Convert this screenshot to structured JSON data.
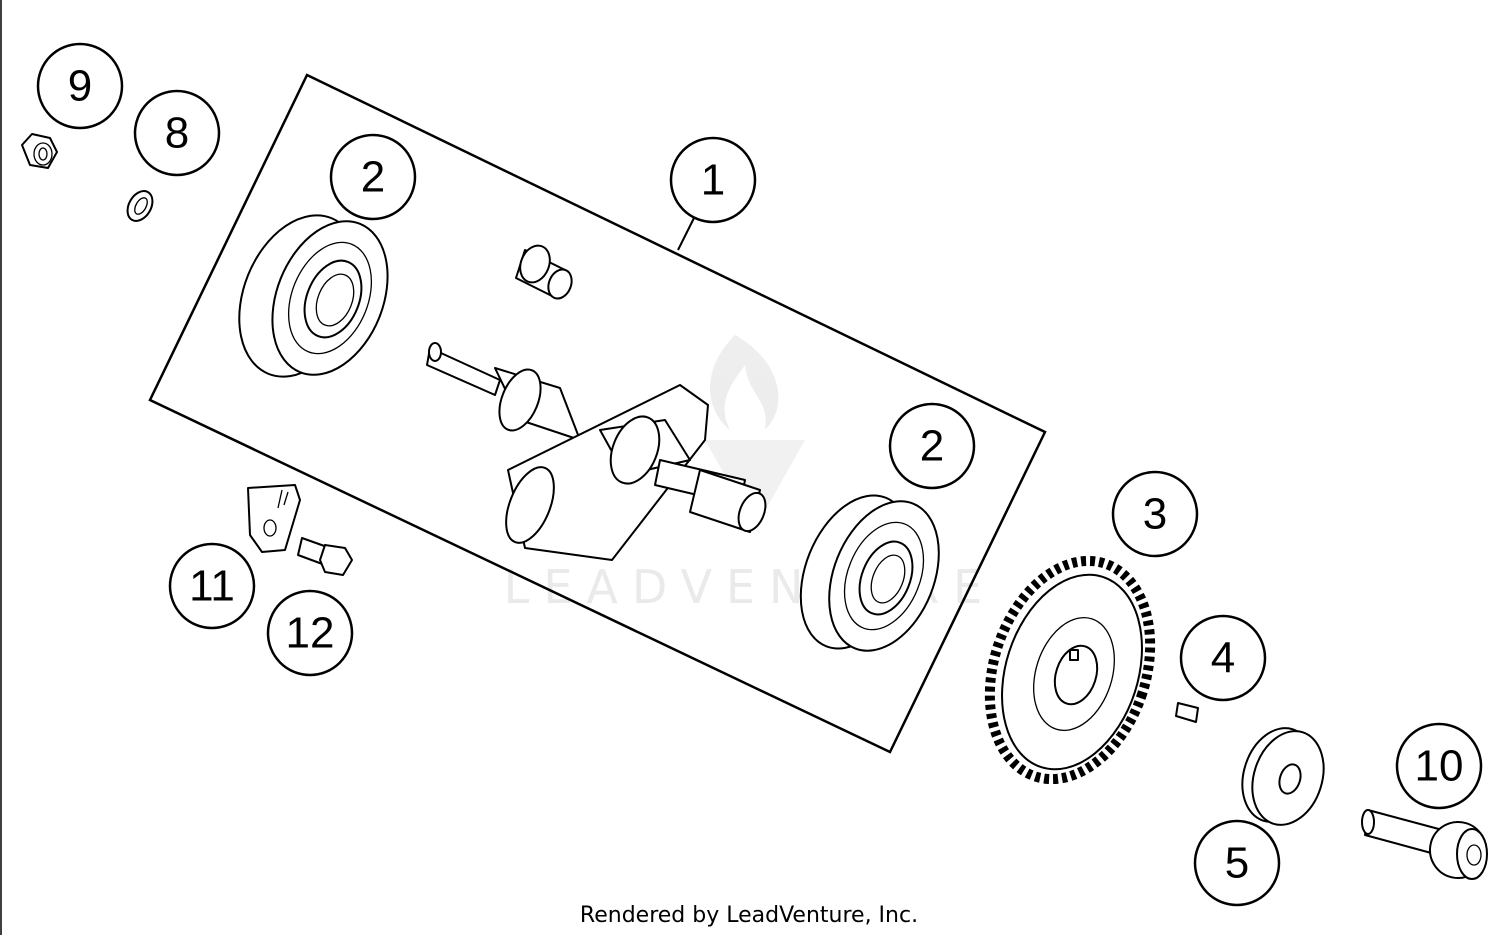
{
  "callouts": {
    "c1": "1",
    "c2a": "2",
    "c2b": "2",
    "c3": "3",
    "c4": "4",
    "c5": "5",
    "c8": "8",
    "c9": "9",
    "c10": "10",
    "c11": "11",
    "c12": "12"
  },
  "watermark": {
    "text": "LEADVENTURE"
  },
  "credit": "Rendered by LeadVenture, Inc."
}
